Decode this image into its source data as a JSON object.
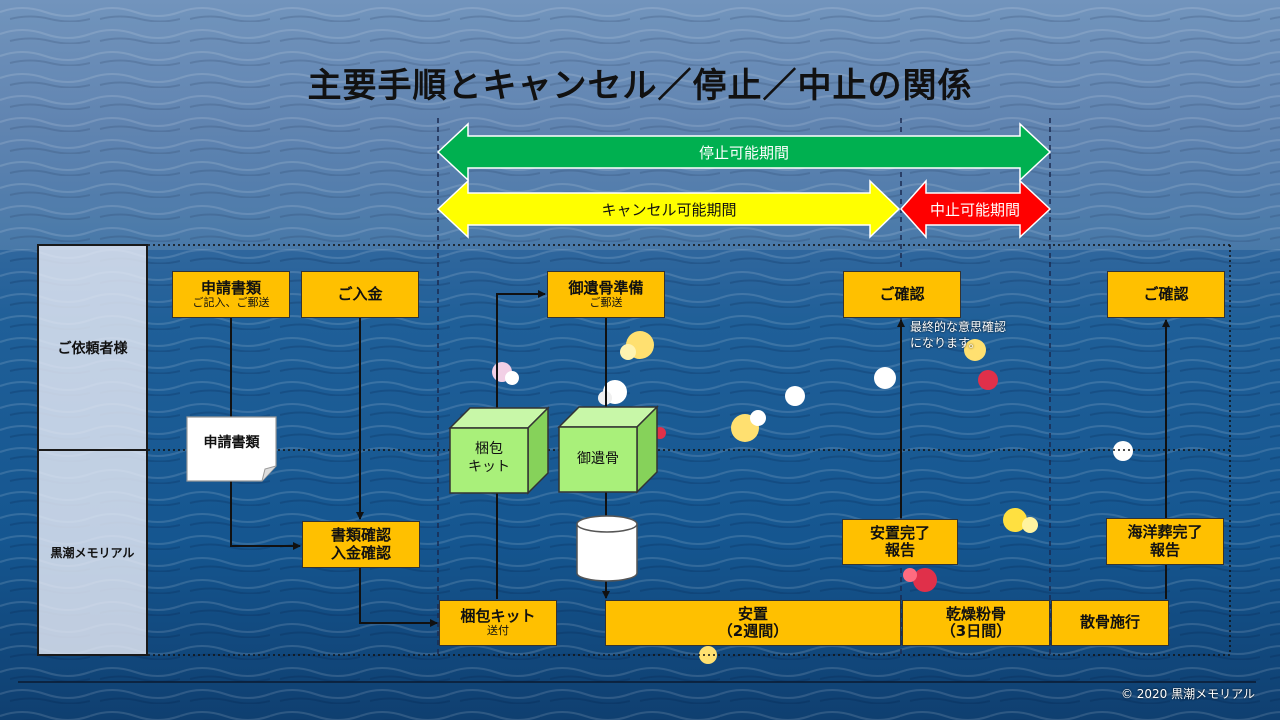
{
  "title": "主要手順とキャンセル／停止／中止の関係",
  "periods": {
    "stop": "停止可能期間",
    "cancel": "キャンセル可能期間",
    "abort": "中止可能期間"
  },
  "lanes": {
    "client": "ご依頼者様",
    "company": "黒潮メモリアル"
  },
  "steps": {
    "application": {
      "main": "申請書類",
      "sub": "ご記入、ご郵送"
    },
    "payment": {
      "main": "ご入金"
    },
    "ashes_prep": {
      "main": "御遺骨準備",
      "sub": "ご郵送"
    },
    "confirm1": {
      "main": "ご確認"
    },
    "confirm2": {
      "main": "ご確認"
    },
    "doc_check": {
      "line1": "書類確認",
      "line2": "入金確認"
    },
    "kit_send": {
      "main": "梱包キット",
      "sub": "送付"
    },
    "enshrine": {
      "line1": "安置",
      "line2": "（2週間）"
    },
    "dry": {
      "line1": "乾燥粉骨",
      "line2": "（3日間）"
    },
    "scatter": {
      "main": "散骨施行"
    },
    "enshrine_done": {
      "line1": "安置完了",
      "line2": "報告"
    },
    "burial_done": {
      "line1": "海洋葬完了",
      "line2": "報告"
    }
  },
  "document_label": "申請書類",
  "cubes": {
    "kit": {
      "line1": "梱包",
      "line2": "キット"
    },
    "ashes": "御遺骨"
  },
  "final_note": {
    "line1": "最終的な意思確認",
    "line2": "になります。"
  },
  "copyright": "© 2020 黒潮メモリアル",
  "colors": {
    "stop_arrow": "#00b050",
    "cancel_arrow": "#ffff00",
    "abort_arrow": "#ff0000",
    "step_box": "#ffc000",
    "cube": "#a9f07a"
  }
}
